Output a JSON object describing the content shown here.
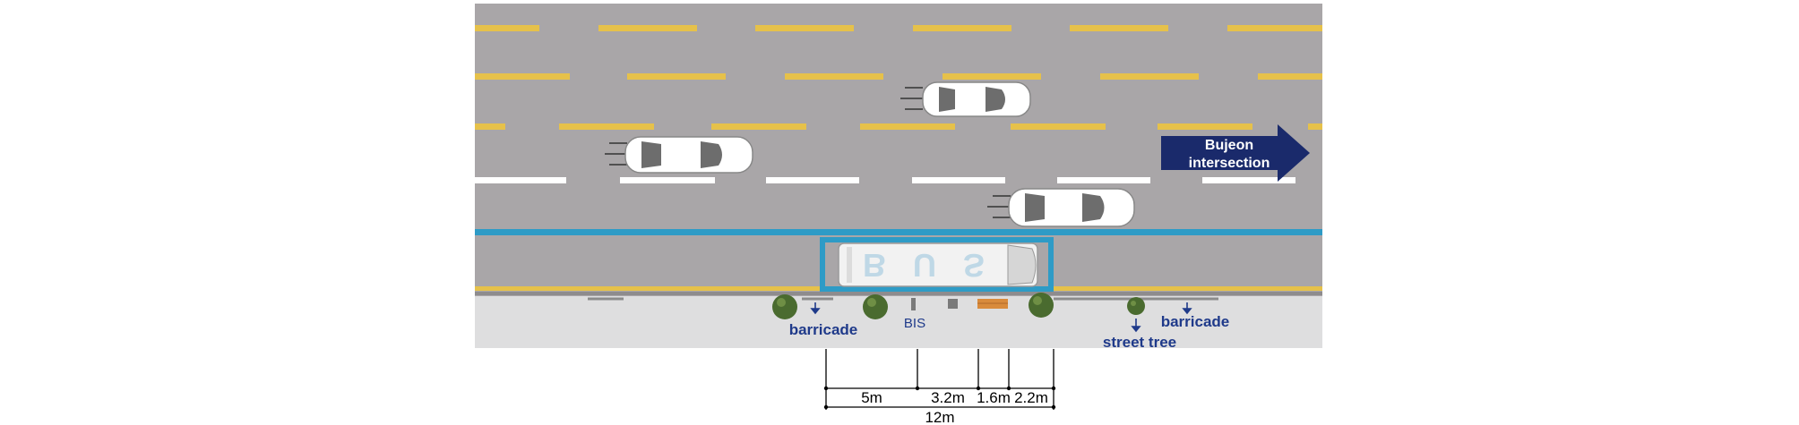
{
  "colors": {
    "road": "#a9a6a8",
    "sidewalk": "#dededf",
    "yellow_line": "#e6c14a",
    "white_line": "#ffffff",
    "bus_lane": "#2e9bc6",
    "label": "#1f3a8a",
    "arrow": "#1a2a6b",
    "bench": "#d98b3c",
    "tree": "#4a6b2f"
  },
  "direction_sign": {
    "line1": "Bujeon",
    "line2": "intersection"
  },
  "bus_text": "BUS",
  "labels": {
    "barricade_left": "barricade",
    "bis": "BIS",
    "street_tree": "street tree",
    "barricade_right": "barricade"
  },
  "dimensions": {
    "segments": [
      "5m",
      "3.2m",
      "1.6m",
      "2.2m"
    ],
    "total": "12m"
  },
  "icons": [
    "car-icon",
    "bus-icon",
    "tree-icon",
    "bench-icon",
    "arrow-right-icon",
    "down-arrow-icon"
  ]
}
